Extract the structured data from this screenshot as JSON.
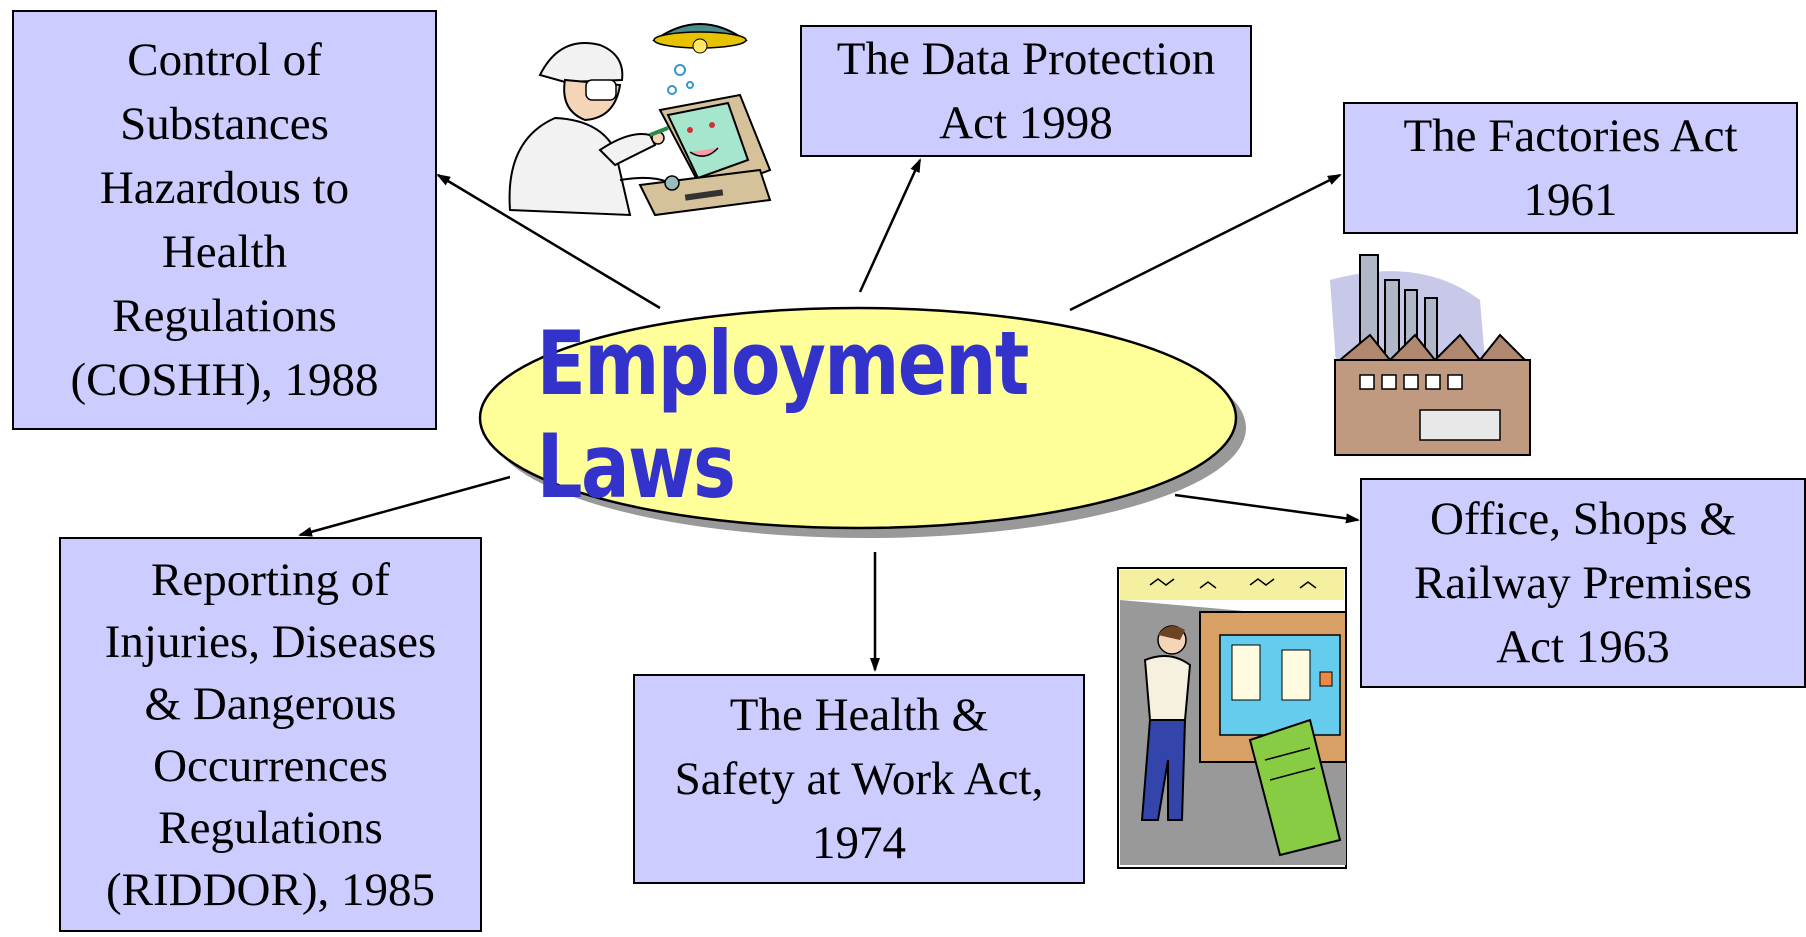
{
  "hub": {
    "label": "Employment Laws"
  },
  "laws": {
    "coshh": "Control of\nSubstances\nHazardous to\nHealth\nRegulations\n(COSHH), 1988",
    "data_protection": "The Data Protection\nAct 1998",
    "factories": "The Factories Act\n1961",
    "riddor": "Reporting of\nInjuries, Diseases\n& Dangerous\nOccurrences\nRegulations\n(RIDDOR), 1985",
    "health_safety": "The Health &\nSafety at Work Act,\n1974",
    "office_shops": "Office, Shops &\nRailway Premises\nAct 1963"
  },
  "images": {
    "doctor_computer": "doctor-computer-clipart",
    "factory": "factory-clipart",
    "notice_board": "notice-board-clipart"
  },
  "colors": {
    "box_fill": "#ccccff",
    "hub_fill": "#ffff99",
    "hub_text": "#3333cc",
    "hub_shadow": "#999999"
  }
}
